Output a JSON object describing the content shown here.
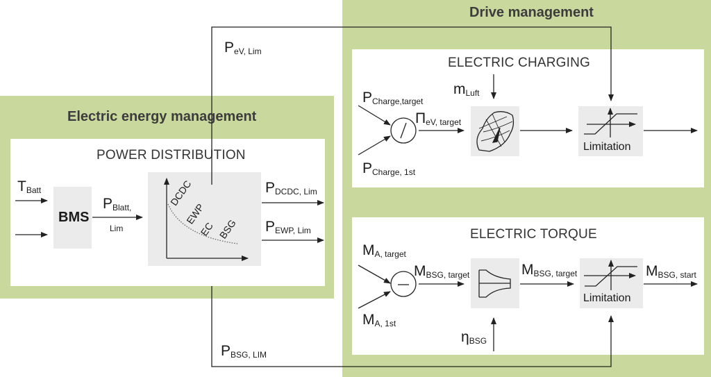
{
  "colors": {
    "panel_green": "#c9d89c",
    "block_gray": "#ebebeb",
    "line": "#222222"
  },
  "drive_management": {
    "title": "Drive management",
    "charging": {
      "title": "ELECTRIC CHARGING",
      "in_target": {
        "base": "P",
        "sub": "Charge,target"
      },
      "in_actual": {
        "base": "P",
        "sub": "Charge, 1st"
      },
      "divide_symbol": "/",
      "ratio": {
        "base": "Π",
        "sub": "eV, target"
      },
      "air_mass": {
        "base": "m",
        "sub": "Luft"
      },
      "limitation_label": "Limitation"
    },
    "torque": {
      "title": "ELECTRIC TORQUE",
      "in_target": {
        "base": "M",
        "sub": "A, target"
      },
      "in_actual": {
        "base": "M",
        "sub": "A, 1st"
      },
      "minus_symbol": "–",
      "bsg_target_1": {
        "base": "M",
        "sub": "BSG, target"
      },
      "bsg_target_2": {
        "base": "M",
        "sub": "BSG, target"
      },
      "bsg_start": {
        "base": "M",
        "sub": "BSG, start"
      },
      "efficiency": {
        "base": "η",
        "sub": "BSG"
      },
      "limitation_label": "Limitation"
    }
  },
  "energy_management": {
    "title": "Electric energy management",
    "power_distribution": {
      "title": "POWER DISTRIBUTION",
      "t_batt": {
        "base": "T",
        "sub": "Batt"
      },
      "bms_label": "BMS",
      "p_blatt": {
        "base": "P",
        "sub": "Blatt,",
        "sub2": "Lim"
      },
      "curve_labels": [
        "DCDC",
        "EWP",
        "EC",
        "BSG"
      ],
      "p_dcdc": {
        "base": "P",
        "sub": "DCDC, Lim"
      },
      "p_ewp": {
        "base": "P",
        "sub": "EWP, Lim"
      }
    }
  },
  "links": {
    "p_ev_lim": {
      "base": "P",
      "sub": "eV, Lim"
    },
    "p_bsg_lim": {
      "base": "P",
      "sub": "BSG, LIM"
    }
  }
}
